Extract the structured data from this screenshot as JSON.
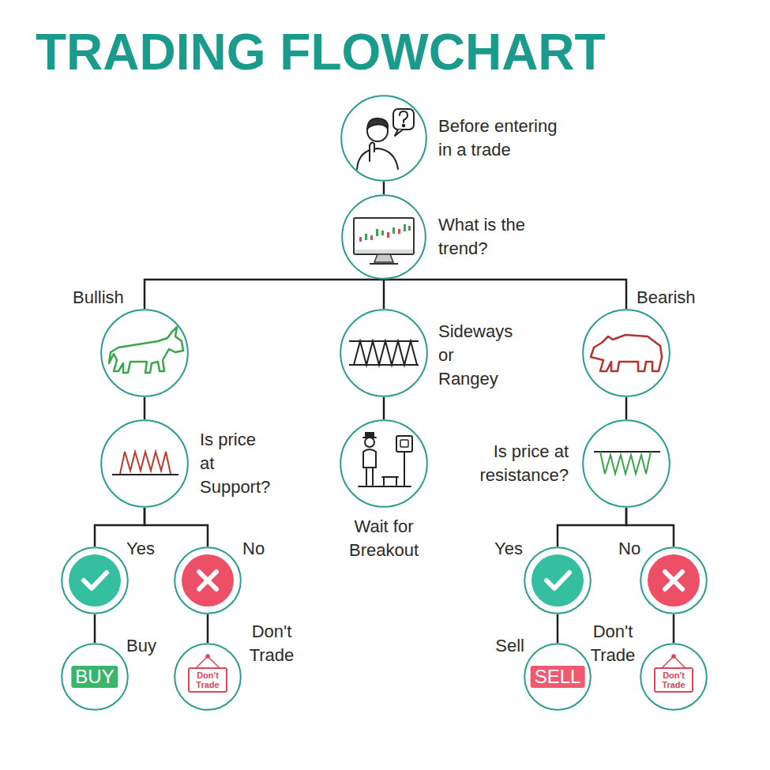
{
  "diagram": {
    "title": "TRADING FLOWCHART",
    "nodes": [
      {
        "text": [
          "Before entering in a trade"
        ]
      },
      {
        "text": [
          "What is the trend?"
        ]
      },
      {
        "text": [
          "Bullish"
        ]
      },
      {
        "text": [
          "Sideways or Rangey"
        ]
      },
      {
        "text": [
          "Bearish"
        ]
      },
      {
        "text": [
          "Is price at Support?"
        ]
      },
      {
        "text": [
          "Wait for Breakout"
        ]
      },
      {
        "text": [
          "Is price at resistance?"
        ]
      },
      {
        "text": [
          "Yes"
        ]
      },
      {
        "text": [
          "No"
        ]
      },
      {
        "text": [
          "Yes"
        ]
      },
      {
        "text": [
          "No"
        ]
      },
      {
        "text": [
          "Buy",
          "BUY"
        ]
      },
      {
        "text": [
          "Don't Trade",
          "Don't Trade"
        ]
      },
      {
        "text": [
          "Sell",
          "SELL"
        ]
      },
      {
        "text": [
          "Don't Trade",
          "Don't Trade"
        ]
      }
    ],
    "edges": [
      {
        "from": 0,
        "to": 1,
        "arrow": "none"
      },
      {
        "from": 1,
        "to": 2,
        "arrow": "none"
      },
      {
        "from": 1,
        "to": 3,
        "arrow": "none"
      },
      {
        "from": 1,
        "to": 4,
        "arrow": "none"
      },
      {
        "from": 2,
        "to": 5,
        "arrow": "none"
      },
      {
        "from": 3,
        "to": 6,
        "arrow": "none"
      },
      {
        "from": 4,
        "to": 7,
        "arrow": "none"
      },
      {
        "from": 5,
        "to": 8,
        "arrow": "none"
      },
      {
        "from": 5,
        "to": 9,
        "arrow": "none"
      },
      {
        "from": 7,
        "to": 10,
        "arrow": "none"
      },
      {
        "from": 7,
        "to": 11,
        "arrow": "none"
      },
      {
        "from": 8,
        "to": 12,
        "arrow": "none"
      },
      {
        "from": 9,
        "to": 13,
        "arrow": "none"
      },
      {
        "from": 10,
        "to": 14,
        "arrow": "none"
      },
      {
        "from": 11,
        "to": 15,
        "arrow": "none"
      }
    ]
  }
}
